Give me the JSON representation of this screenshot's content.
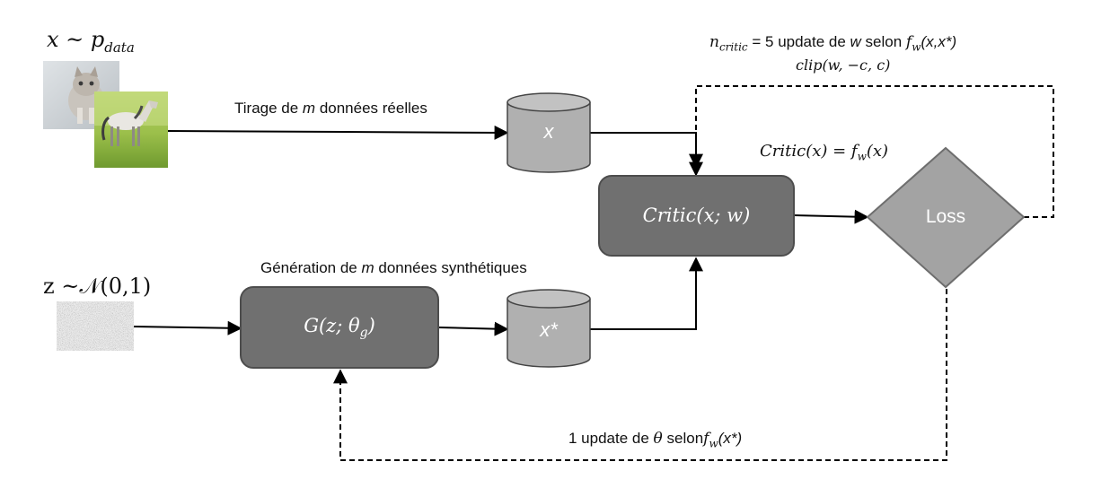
{
  "inputs": {
    "real_formula": "x ~ p",
    "real_formula_sub": "data",
    "noise_formula": "z ~𝒩(0,1)"
  },
  "edges": {
    "real_sampling_prefix": "Tirage de ",
    "real_sampling_m": "m",
    "real_sampling_suffix": " données réelles",
    "gen_prefix": "Génération de ",
    "gen_m": "m",
    "gen_suffix": " données synthétiques"
  },
  "nodes": {
    "real_store": "x",
    "fake_store": "x*",
    "generator_main": "G(z; θ",
    "generator_sub": "g",
    "generator_close": ")",
    "critic": "Critic(x; w)",
    "loss": "Loss"
  },
  "annotations": {
    "critic_def": "Critic(x) =  f",
    "critic_def_sub": "w",
    "critic_def_end": "(x)",
    "critic_update_n": "n",
    "critic_update_n_sub": "critic",
    "critic_update_text": " = 5 update de ",
    "critic_update_w": "w",
    "critic_update_selon": " selon ",
    "critic_update_f": "f",
    "critic_update_f_sub": "w",
    "critic_update_args": "(x,x*)",
    "clip": "clip(w, −c, c)",
    "gen_update_text": "1 update de ",
    "gen_update_theta": "θ",
    "gen_update_selon": " selon",
    "gen_update_f": "f",
    "gen_update_f_sub": "w",
    "gen_update_args": "(x*)"
  },
  "colors": {
    "box_dark": "#707070",
    "box_border": "#4d4d4d",
    "cylinder": "#b0b0b0",
    "loss": "#a3a3a3"
  }
}
